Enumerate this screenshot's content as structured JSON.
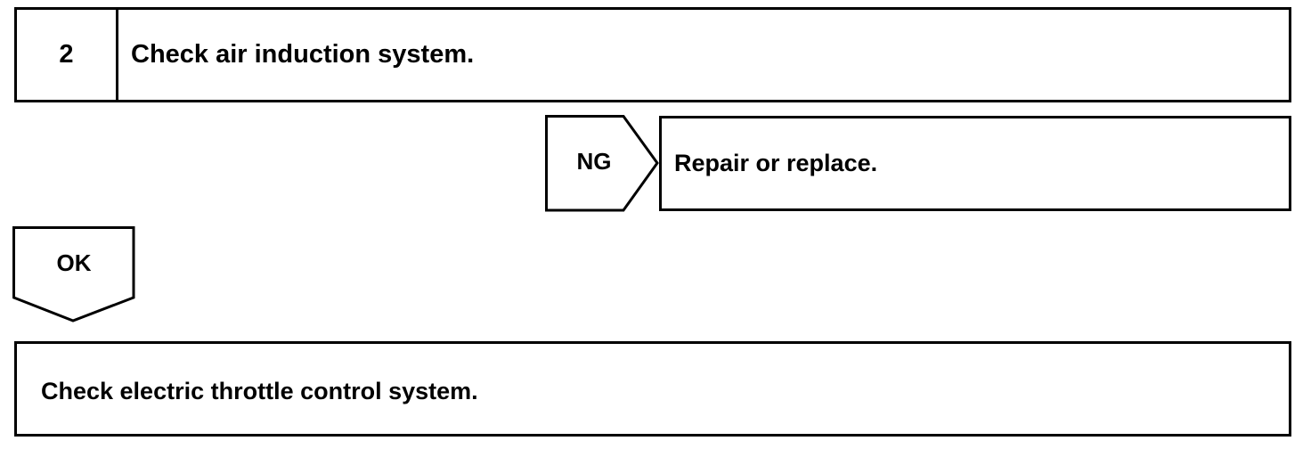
{
  "step": {
    "number": "2",
    "instruction": "Check air induction system."
  },
  "branch_ng": {
    "label": "NG",
    "action": "Repair or replace."
  },
  "branch_ok": {
    "label": "OK"
  },
  "next_step": {
    "instruction": "Check electric throttle control system."
  },
  "colors": {
    "line": "#000000",
    "background": "#ffffff"
  }
}
